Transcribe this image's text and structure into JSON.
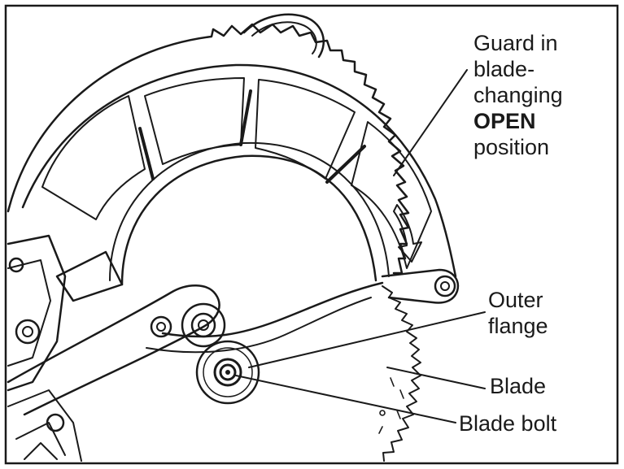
{
  "labels": {
    "guard_line1": "Guard in",
    "guard_line2": "blade-",
    "guard_line3": "changing",
    "guard_line4": "OPEN",
    "guard_line5": "position",
    "outer_flange_line1": "Outer",
    "outer_flange_line2": "flange",
    "blade": "Blade",
    "blade_bolt": "Blade bolt"
  },
  "colors": {
    "ink": "#1a1a1a",
    "background": "#ffffff"
  }
}
